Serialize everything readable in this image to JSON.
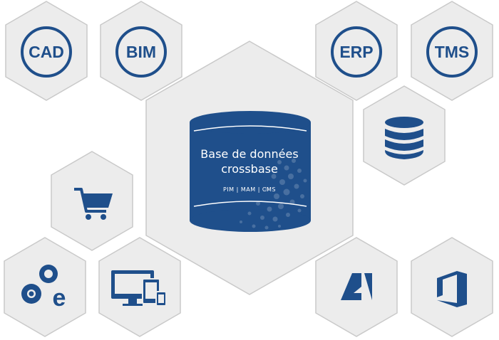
{
  "central_database": {
    "title_line1": "Base de données",
    "title_line2": "crossbase",
    "subtitle": "PIM | MAM | CMS"
  },
  "badges": {
    "cad": "CAD",
    "bim": "BIM",
    "erp": "ERP",
    "tms": "TMS"
  },
  "icons": {
    "database": "database-stack-icon",
    "shop": "shopping-cart-icon",
    "browsers": "browsers-icon",
    "devices": "devices-icon",
    "adobe": "adobe-icon",
    "office": "office-icon"
  },
  "colors": {
    "brand_blue": "#1f4f8b",
    "hex_fill": "#ececec",
    "hex_stroke": "#c9c9c9"
  }
}
